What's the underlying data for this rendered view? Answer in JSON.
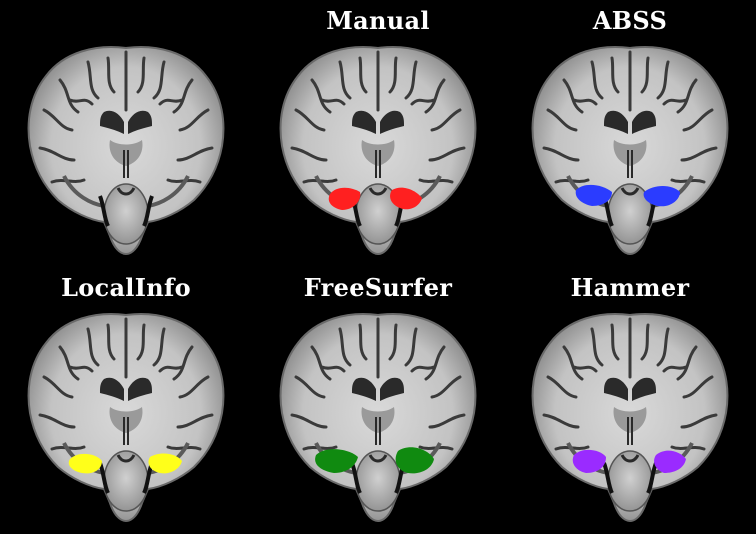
{
  "panels": [
    {
      "label": "",
      "overlay": "none",
      "color": ""
    },
    {
      "label": "Manual",
      "overlay": "hippocampus",
      "color": "#ff2020"
    },
    {
      "label": "ABSS",
      "overlay": "hippocampus",
      "color": "#2b3cff"
    },
    {
      "label": "LocalInfo",
      "overlay": "hippocampus",
      "color": "#ffff1a"
    },
    {
      "label": "FreeSurfer",
      "overlay": "hippocampus",
      "color": "#108a10"
    },
    {
      "label": "Hammer",
      "overlay": "hippocampus",
      "color": "#9a2bff"
    }
  ]
}
